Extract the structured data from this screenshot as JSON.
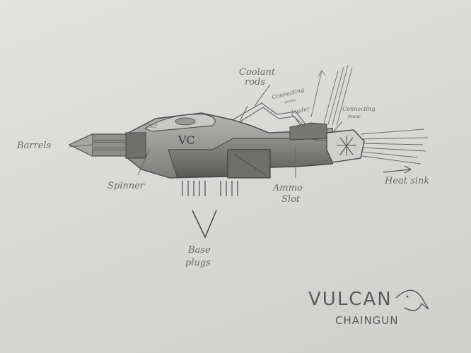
{
  "drawing": {
    "labels": {
      "coolant_rods_line1": "Coolant",
      "coolant_rods_line2": "rods",
      "connecting_wires_line1": "Connecting",
      "connecting_wires_line2": "wires",
      "loader": "loader",
      "connecting_frame_line1": "Connecting",
      "connecting_frame_line2": "frame",
      "barrels": "Barrels",
      "spinner": "Spinner",
      "ammo_slot_line1": "Ammo",
      "ammo_slot_line2": "Slot",
      "heat_sink": "Heat sink",
      "base_plugs_line1": "Base",
      "base_plugs_line2": "plugs",
      "body_text_volt": "VOLT",
      "body_text_vc": "VC"
    },
    "title": {
      "name": "VULCAN",
      "subtitle": "CHAINGUN"
    },
    "colors": {
      "paper": "#dcdcda",
      "pencil": "#5c5c5c",
      "shade": "#8a8a8a"
    }
  }
}
